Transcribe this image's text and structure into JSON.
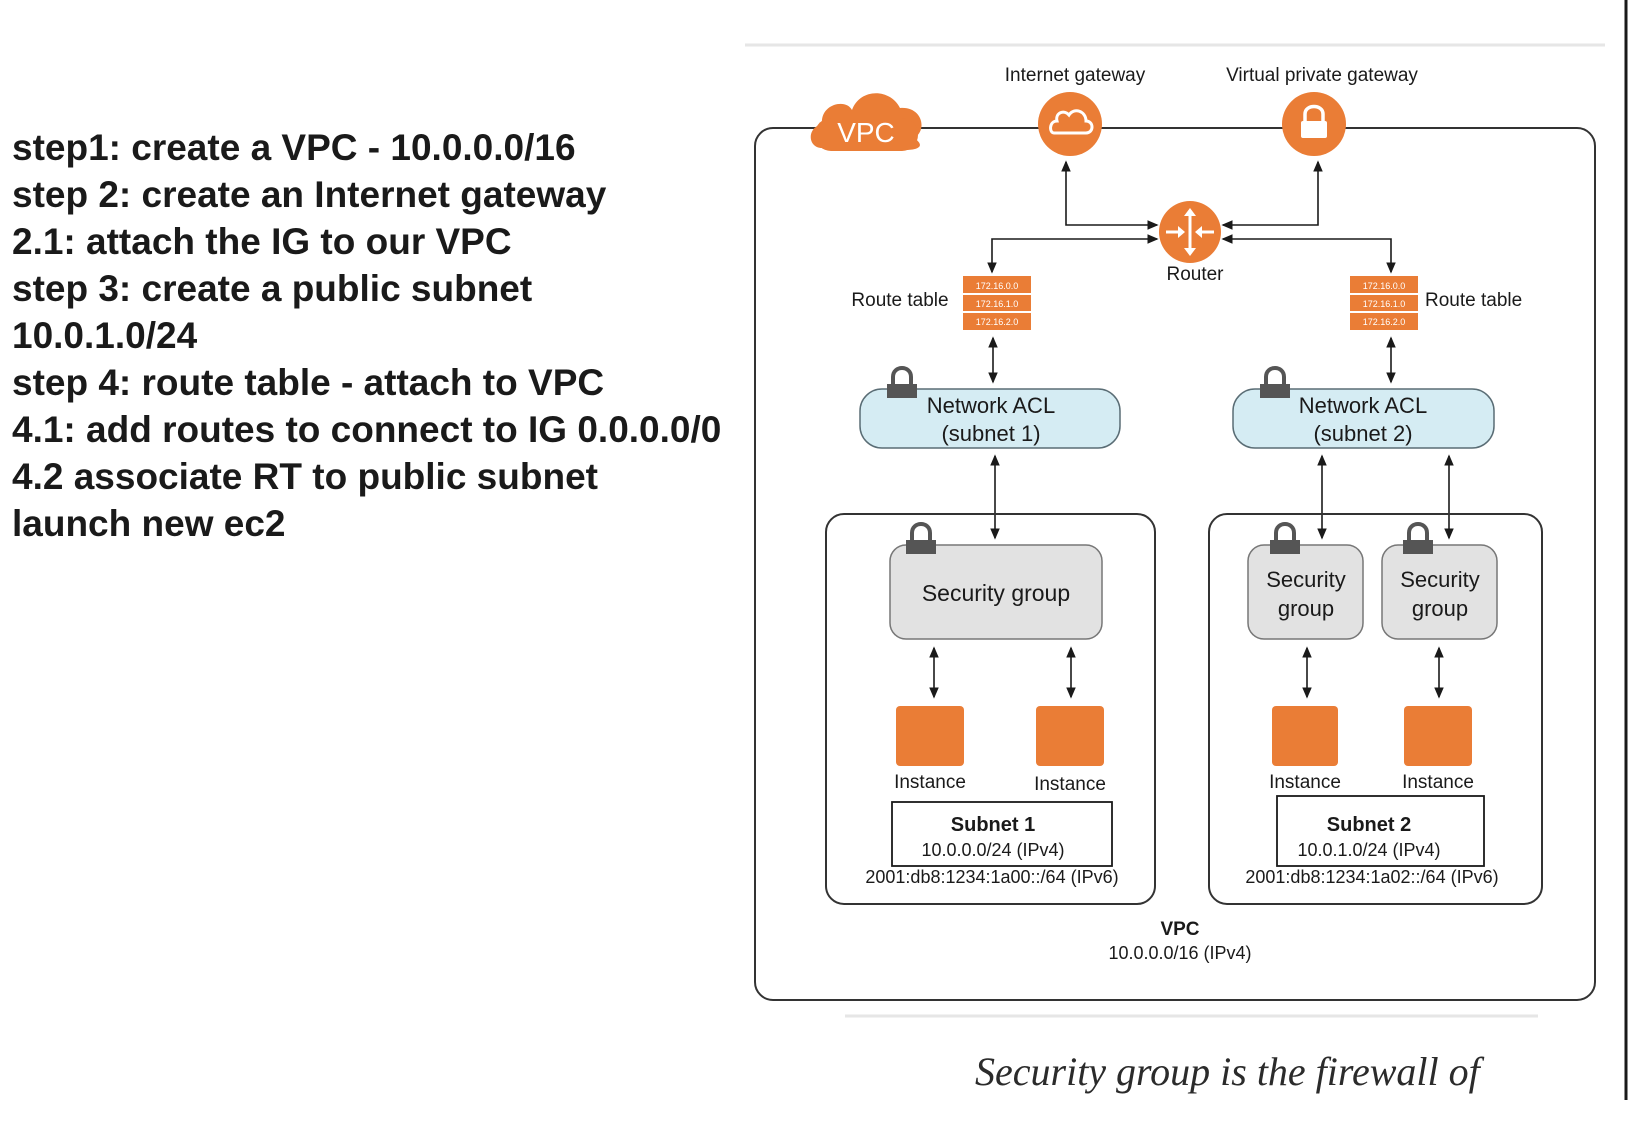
{
  "steps": [
    "step1: create a VPC - 10.0.0.0/16",
    "step 2: create an Internet gateway",
    "2.1: attach the IG to our VPC",
    "step 3: create a public subnet",
    "10.0.1.0/24",
    "step 4: route table - attach to VPC",
    "4.1: add routes to connect to IG 0.0.0.0/0",
    "4.2 associate RT to public subnet",
    "launch new ec2"
  ],
  "diagram": {
    "vpc_badge": "VPC",
    "internet_gateway": "Internet gateway",
    "virtual_private_gateway": "Virtual private gateway",
    "router": "Router",
    "route_table_left": "Route table",
    "route_table_right": "Route table",
    "route_table_rows_left": [
      "172.16.0.0",
      "172.16.1.0",
      "172.16.2.0"
    ],
    "route_table_rows_right": [
      "172.16.0.0",
      "172.16.1.0",
      "172.16.2.0"
    ],
    "acl1_line1": "Network ACL",
    "acl1_line2": "(subnet 1)",
    "acl2_line1": "Network ACL",
    "acl2_line2": "(subnet 2)",
    "sg1": "Security group",
    "sg2_line1": "Security",
    "sg2_line2": "group",
    "sg3_line1": "Security",
    "sg3_line2": "group",
    "instance_label": "Instance",
    "subnet1_title": "Subnet 1",
    "subnet1_ipv4": "10.0.0.0/24 (IPv4)",
    "subnet1_ipv6": "2001:db8:1234:1a00::/64 (IPv6)",
    "subnet2_title": "Subnet 2",
    "subnet2_ipv4": "10.0.1.0/24 (IPv4)",
    "subnet2_ipv6": "2001:db8:1234:1a02::/64 (IPv6)",
    "vpc_title": "VPC",
    "vpc_cidr": "10.0.0.0/16 (IPv4)"
  },
  "caption": "Security group is the firewall of",
  "colors": {
    "aws_orange": "#ea7d36",
    "acl_fill": "#d5ecf3",
    "sg_fill": "#e2e2e2"
  }
}
